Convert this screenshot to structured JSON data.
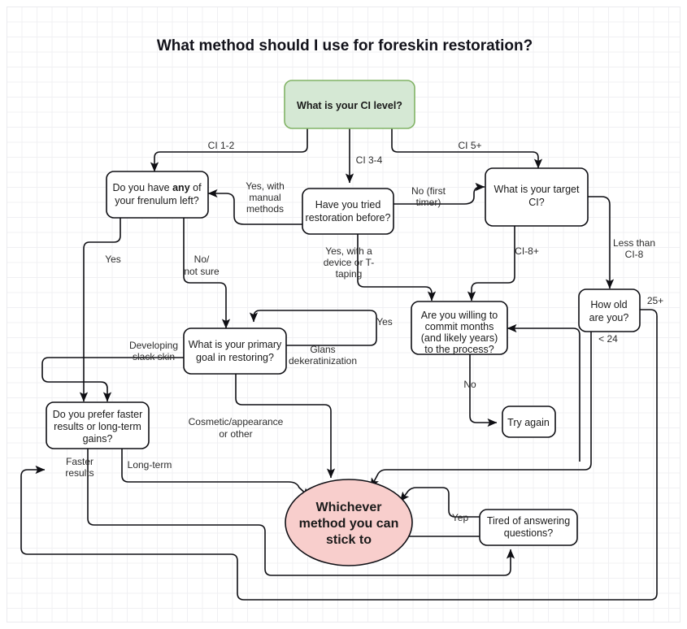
{
  "chart_data": {
    "type": "diagram",
    "title": "What method should I use for foreskin restoration?",
    "diagram_kind": "flowchart",
    "nodes": [
      {
        "id": "start",
        "label": "What is your CI level?",
        "shape": "rounded-rect",
        "fill": "#d5e8d4",
        "stroke": "#82b366",
        "bold": true
      },
      {
        "id": "frenulum",
        "label": "Do you have any of your frenulum left?",
        "shape": "rounded-rect",
        "fill": "#ffffff",
        "stroke": "#0f0f14"
      },
      {
        "id": "tried",
        "label": "Have you tried restoration before?",
        "shape": "rounded-rect",
        "fill": "#ffffff",
        "stroke": "#0f0f14"
      },
      {
        "id": "target",
        "label": "What is your target CI?",
        "shape": "rounded-rect",
        "fill": "#ffffff",
        "stroke": "#0f0f14"
      },
      {
        "id": "commit",
        "label": "Are you willing to commit months (and likely years) to the process?",
        "shape": "rounded-rect",
        "fill": "#ffffff",
        "stroke": "#0f0f14"
      },
      {
        "id": "age",
        "label": "How old are you?",
        "shape": "rounded-rect",
        "fill": "#ffffff",
        "stroke": "#0f0f14"
      },
      {
        "id": "goal",
        "label": "What is your primary goal in restoring?",
        "shape": "rounded-rect",
        "fill": "#ffffff",
        "stroke": "#0f0f14"
      },
      {
        "id": "prefer",
        "label": "Do you prefer faster results or long-term gains?",
        "shape": "rounded-rect",
        "fill": "#ffffff",
        "stroke": "#0f0f14"
      },
      {
        "id": "tryagain",
        "label": "Try again",
        "shape": "rounded-rect",
        "fill": "#ffffff",
        "stroke": "#0f0f14"
      },
      {
        "id": "tired",
        "label": "Tired of answering questions?",
        "shape": "rounded-rect",
        "fill": "#ffffff",
        "stroke": "#0f0f14"
      },
      {
        "id": "result",
        "label": "Whichever method you can stick to",
        "shape": "ellipse",
        "fill": "#f8cecc",
        "stroke": "#0f0f14",
        "bold": true
      }
    ],
    "edges": [
      {
        "from": "start",
        "to": "frenulum",
        "label": "CI 1-2"
      },
      {
        "from": "start",
        "to": "tried",
        "label": "CI 3-4"
      },
      {
        "from": "start",
        "to": "target",
        "label": "CI 5+"
      },
      {
        "from": "tried",
        "to": "frenulum",
        "label": "Yes, with manual methods"
      },
      {
        "from": "tried",
        "to": "target",
        "label": "No (first timer)"
      },
      {
        "from": "tried",
        "to": "commit",
        "label": "Yes, with a device or T-taping"
      },
      {
        "from": "target",
        "to": "commit",
        "label": "CI-8+"
      },
      {
        "from": "target",
        "to": "age",
        "label": "Less than CI-8"
      },
      {
        "from": "frenulum",
        "to": "prefer",
        "label": "Yes"
      },
      {
        "from": "frenulum",
        "to": "goal",
        "label": "No/ not sure"
      },
      {
        "from": "goal",
        "to": "prefer",
        "label": "Developing slack skin"
      },
      {
        "from": "goal",
        "to": "commit",
        "label": "Glans dekeratinization"
      },
      {
        "from": "goal",
        "to": "result",
        "label": "Cosmetic/appearance or other"
      },
      {
        "from": "commit",
        "to": "tryagain",
        "label": "No"
      },
      {
        "from": "commit",
        "to": "result",
        "label": ""
      },
      {
        "from": "prefer",
        "to": "result",
        "label": "Faster results"
      },
      {
        "from": "prefer",
        "to": "result",
        "label": "Long-term"
      },
      {
        "from": "age",
        "to": "result",
        "label": "25+"
      },
      {
        "from": "age",
        "to": "result",
        "label": "< 24"
      },
      {
        "from": "tired",
        "to": "result",
        "label": "Yep"
      },
      {
        "from": "commit",
        "to": "tired",
        "label": ""
      }
    ]
  },
  "page": {
    "title": "What method should I use for foreskin restoration?"
  },
  "nodes": {
    "start": {
      "l1": "What is your CI level?"
    },
    "frenulum": {
      "l1a": "Do you have ",
      "l1b": "any",
      "l1c": " of",
      "l2": "your frenulum left?"
    },
    "tried": {
      "l1": "Have you tried",
      "l2": "restoration before?"
    },
    "target": {
      "l1": "What is your target",
      "l2": "CI?"
    },
    "commit": {
      "l1": "Are you willing to",
      "l2": "commit months",
      "l3": "(and likely years)",
      "l4": "to the process?"
    },
    "age": {
      "l1": "How old",
      "l2": "are you?"
    },
    "goal": {
      "l1": "What is your primary",
      "l2": "goal in restoring?"
    },
    "prefer": {
      "l1": "Do you prefer faster",
      "l2": "results or long-term",
      "l3": "gains?"
    },
    "tryagain": {
      "l1": "Try again"
    },
    "tired": {
      "l1": "Tired of answering",
      "l2": "questions?"
    },
    "result": {
      "l1": "Whichever",
      "l2": "method you can",
      "l3": "stick to"
    }
  },
  "labels": {
    "ci12": "CI 1-2",
    "ci34": "CI 3-4",
    "ci5": "CI 5+",
    "yes_manual_1": "Yes, with",
    "yes_manual_2": "manual",
    "yes_manual_3": "methods",
    "no_first_1": "No (first",
    "no_first_2": "timer)",
    "yes_device_1": "Yes, with a",
    "yes_device_2": "device or T-",
    "yes_device_3": "taping",
    "ci8plus": "CI-8+",
    "lessthan_1": "Less than",
    "lessthan_2": "CI-8",
    "yes": "Yes",
    "nonotsure_1": "No/",
    "nonotsure_2": "not sure",
    "yes2": "Yes",
    "developing_1": "Developing",
    "developing_2": "slack skin",
    "glans_1": "Glans",
    "glans_2": "dekeratinization",
    "cosmetic_1": "Cosmetic/appearance",
    "cosmetic_2": "or other",
    "no": "No",
    "faster_1": "Faster",
    "faster_2": "results",
    "longterm": "Long-term",
    "age25": "25+",
    "age24": "< 24",
    "yep": "Yep"
  },
  "colors": {
    "start_fill": "#d5e8d4",
    "start_stroke": "#82b366",
    "result_fill": "#f8cecc",
    "node_stroke": "#0f0f14",
    "grid": "#e2e2e8"
  }
}
